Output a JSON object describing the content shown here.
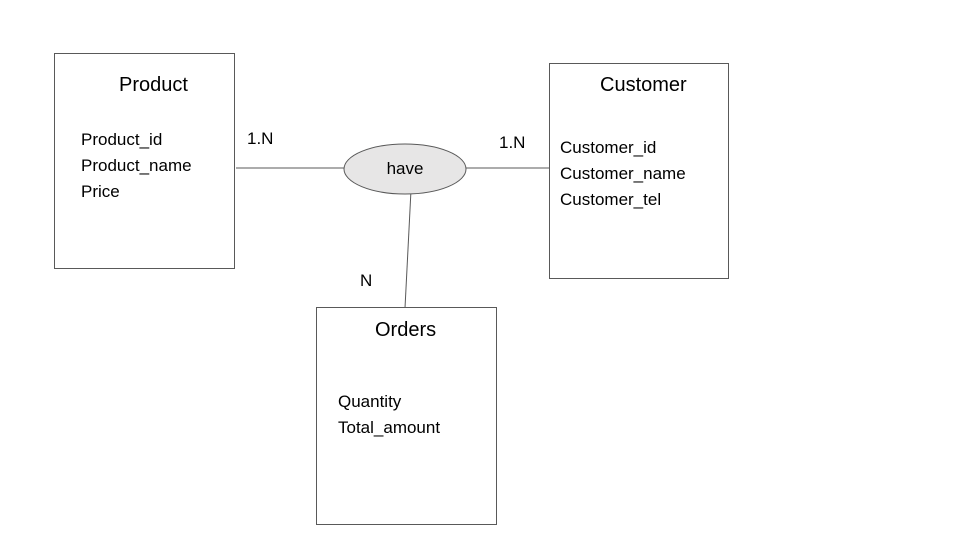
{
  "entities": {
    "product": {
      "title": "Product",
      "attributes": [
        "Product_id",
        "Product_name",
        "Price"
      ]
    },
    "customer": {
      "title": "Customer",
      "attributes": [
        "Customer_id",
        "Customer_name",
        "Customer_tel"
      ]
    },
    "orders": {
      "title": "Orders",
      "attributes": [
        "Quantity",
        "Total_amount"
      ]
    }
  },
  "relationship": {
    "label": "have"
  },
  "cardinalities": {
    "product_side": "1.N",
    "customer_side": "1.N",
    "orders_side": "N"
  },
  "colors": {
    "line": "#595959",
    "relationship_fill": "#e7e6e6",
    "entity_fill": "#ffffff"
  }
}
